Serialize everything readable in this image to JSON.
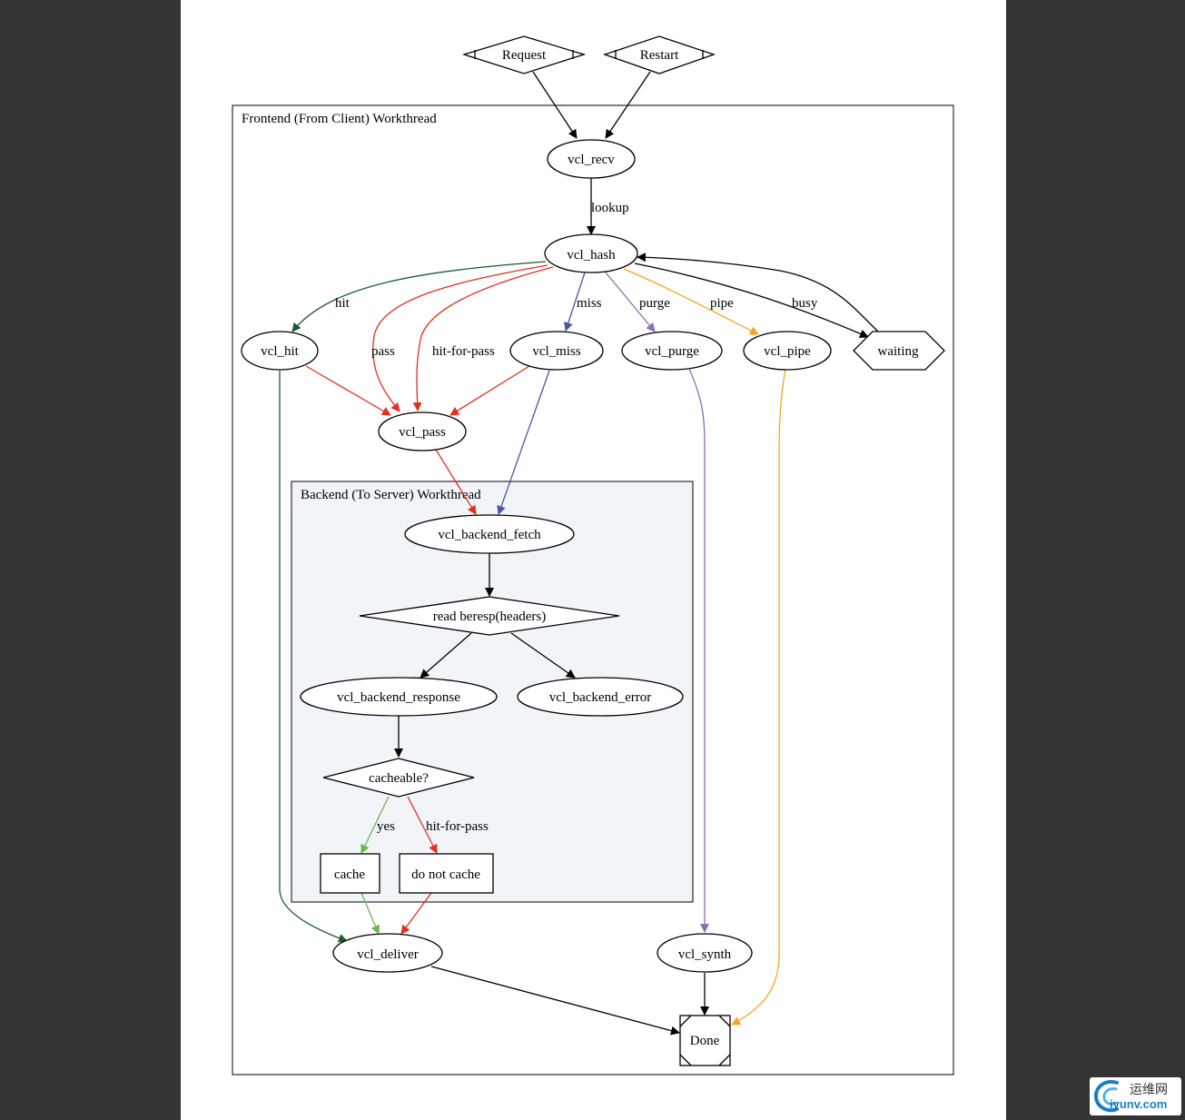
{
  "clusters": {
    "frontend": "Frontend (From Client) Workthread",
    "backend": "Backend (To Server) Workthread"
  },
  "nodes": {
    "request": "Request",
    "restart": "Restart",
    "vcl_recv": "vcl_recv",
    "vcl_hash": "vcl_hash",
    "vcl_hit": "vcl_hit",
    "vcl_miss": "vcl_miss",
    "vcl_purge": "vcl_purge",
    "vcl_pipe": "vcl_pipe",
    "waiting": "waiting",
    "vcl_pass": "vcl_pass",
    "vcl_backend_fetch": "vcl_backend_fetch",
    "read_beresp": "read beresp(headers)",
    "vcl_backend_response": "vcl_backend_response",
    "vcl_backend_error": "vcl_backend_error",
    "cacheable": "cacheable?",
    "cache": "cache",
    "do_not_cache": "do not cache",
    "vcl_deliver": "vcl_deliver",
    "vcl_synth": "vcl_synth",
    "done": "Done"
  },
  "edge_labels": {
    "lookup": "lookup",
    "hit": "hit",
    "pass": "pass",
    "hit_for_pass": "hit-for-pass",
    "miss": "miss",
    "purge": "purge",
    "pipe": "pipe",
    "busy": "busy",
    "yes": "yes",
    "cacheable_hit_for_pass": "hit-for-pass"
  },
  "colors": {
    "page_background": "#333333",
    "paper": "#ffffff",
    "backend_fill": "#f1f5fa",
    "hit": "#1e5c2c",
    "pass": "#e0301e",
    "miss": "#4a55a8",
    "purge": "#8a6db5",
    "pipe": "#f5a623",
    "yes": "#6db653",
    "default": "#000000"
  },
  "watermark": {
    "name_cn": "运维网",
    "domain": "iyunv.com"
  }
}
